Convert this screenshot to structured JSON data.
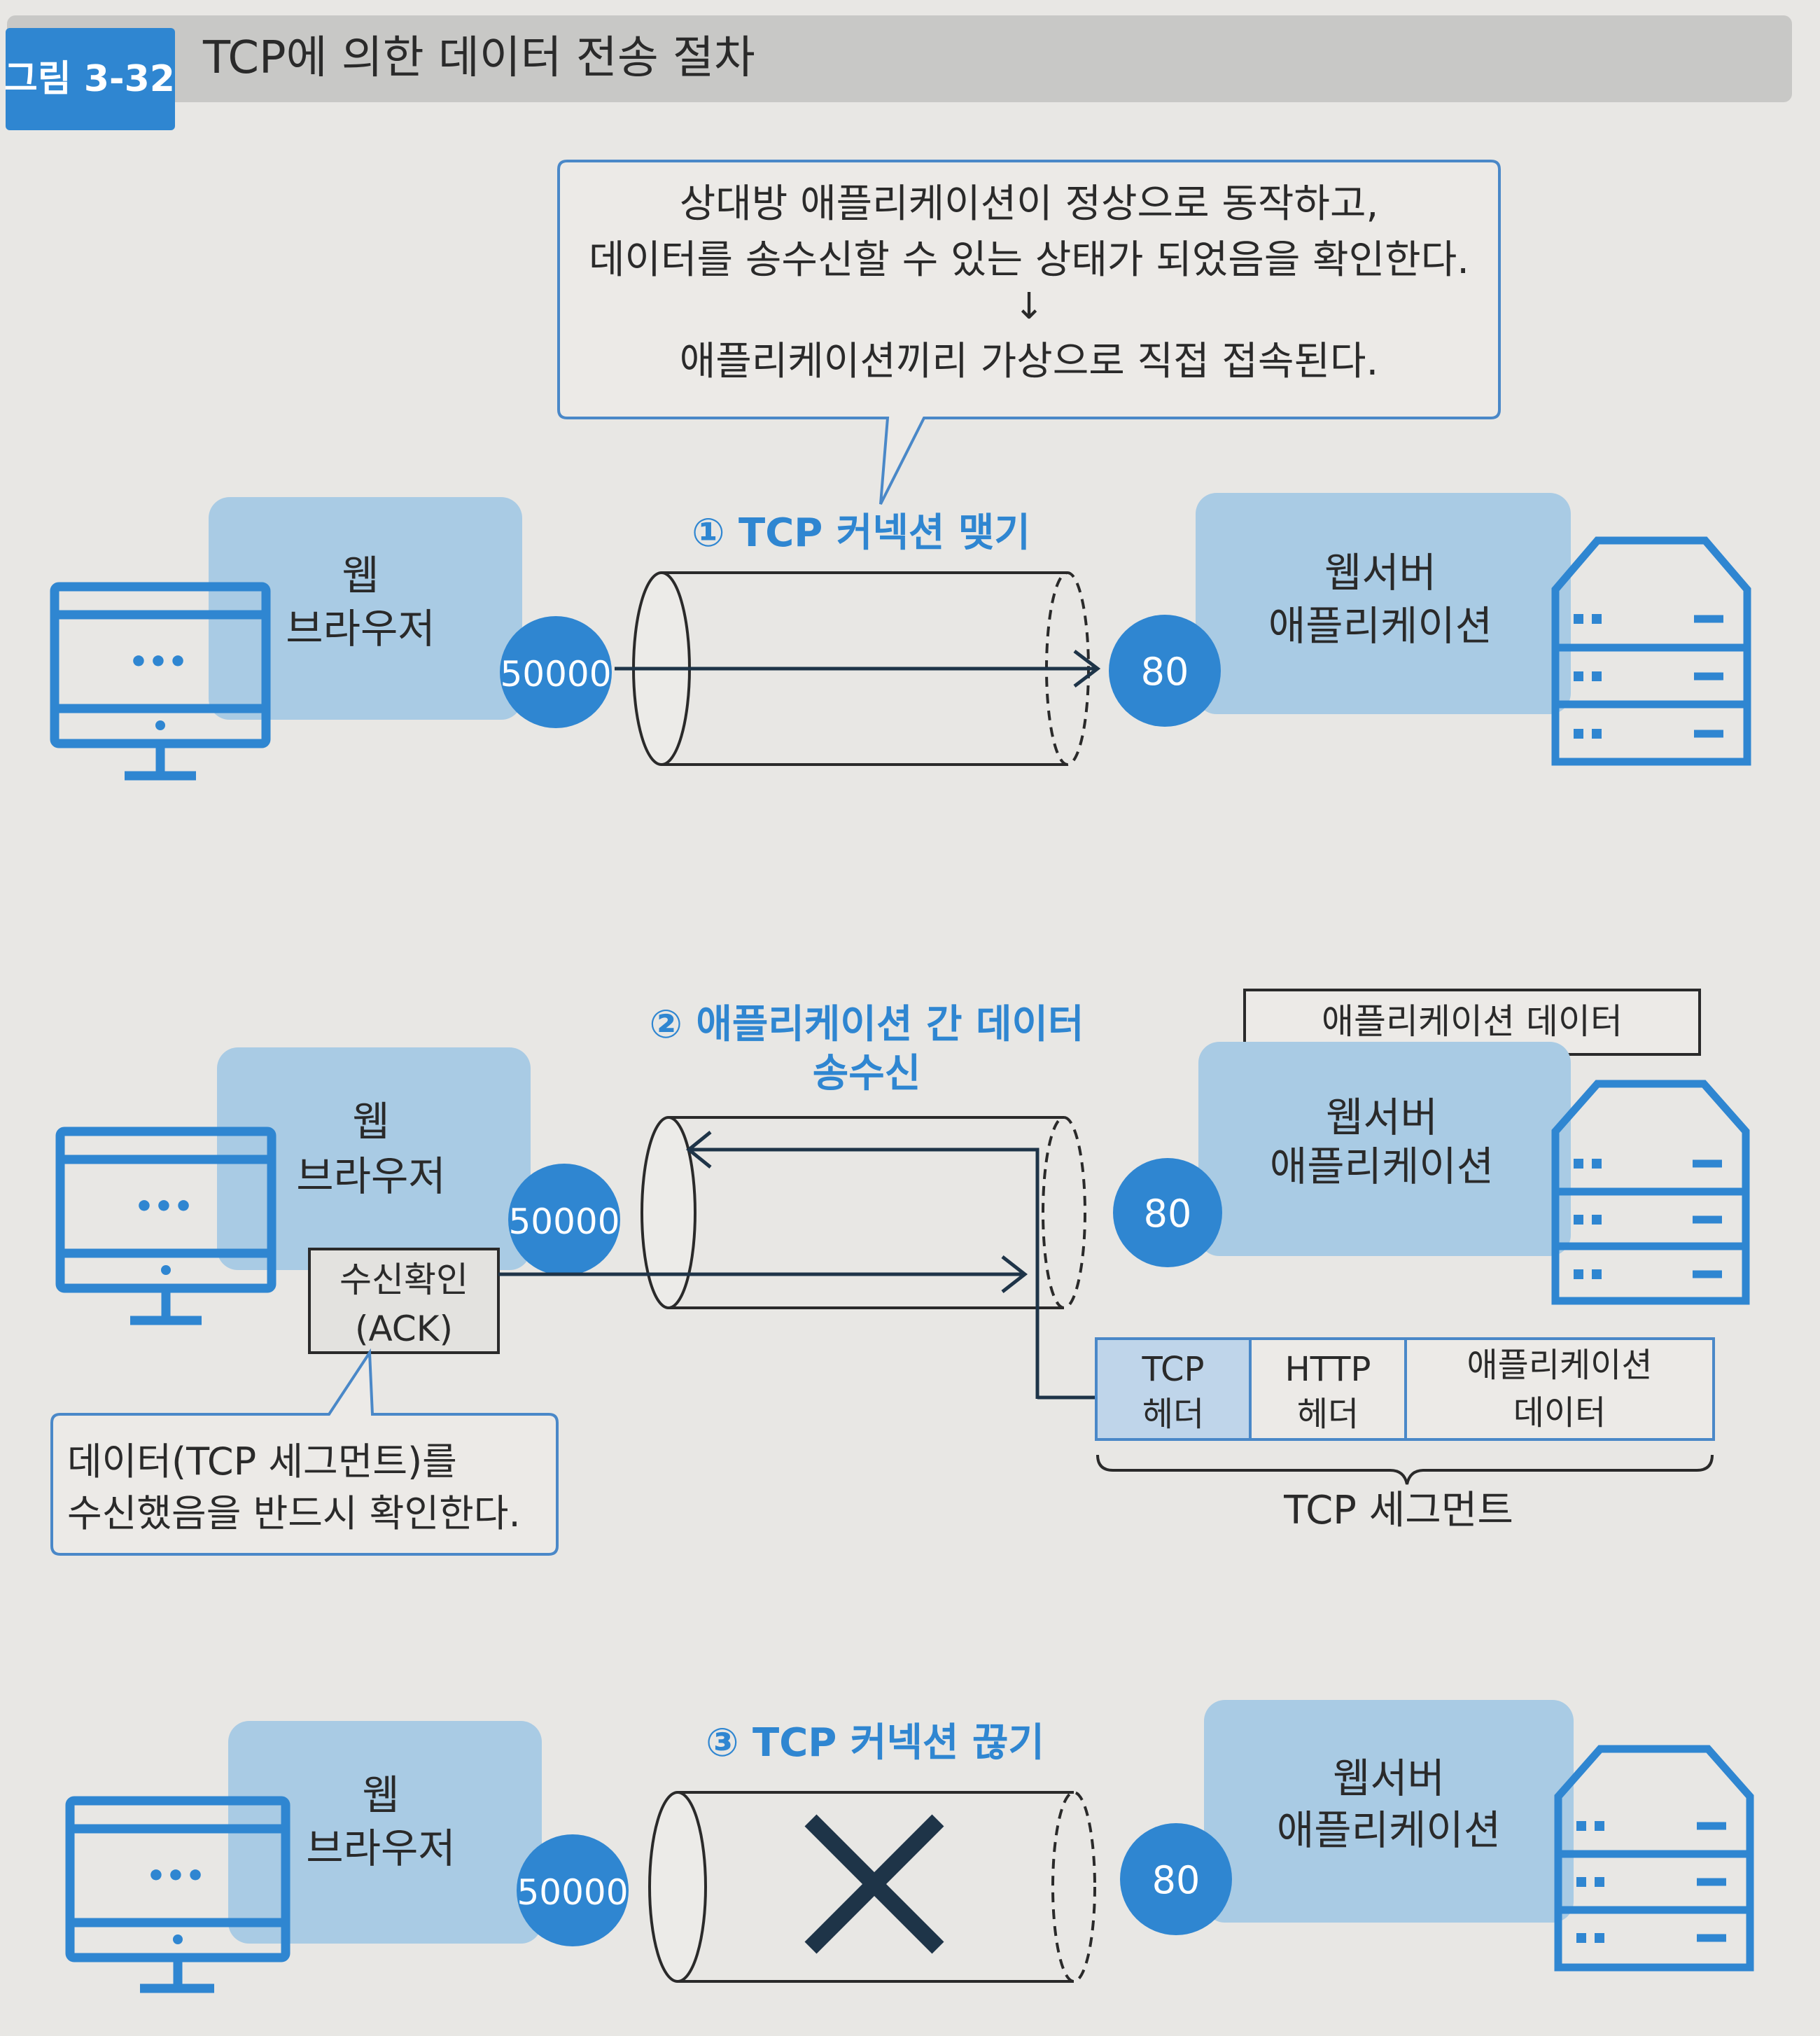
{
  "figure": {
    "number": "그림 3-32",
    "title": "TCP에 의한 데이터 전송 절차"
  },
  "callout_top": {
    "line1": "상대방 애플리케이션이 정상으로 동작하고,",
    "line2": "데이터를 송수신할 수 있는 상태가 되었음을 확인한다.",
    "arrow": "↓",
    "line3": "애플리케이션끼리 가상으로 직접 접속된다."
  },
  "steps": [
    {
      "label": "① TCP 커넥션 맺기"
    },
    {
      "label_line1": "② 애플리케이션 간 데이터",
      "label_line2": "송수신"
    },
    {
      "label": "③ TCP 커넥션 끊기"
    }
  ],
  "client": {
    "label_line1": "웹",
    "label_line2": "브라우저",
    "port": "50000",
    "screen_glyph": "•••"
  },
  "server": {
    "label_line1": "웹서버",
    "label_line2": "애플리케이션",
    "port": "80"
  },
  "ack": {
    "line1": "수신확인",
    "line2": "(ACK)"
  },
  "app_data_box": "애플리케이션 데이터",
  "segment": {
    "cells": [
      {
        "line1": "TCP",
        "line2": "헤더"
      },
      {
        "line1": "HTTP",
        "line2": "헤더"
      },
      {
        "line1": "애플리케이션",
        "line2": "데이터"
      }
    ],
    "brace_label": "TCP 세그먼트"
  },
  "callout_ack": {
    "line1": "데이터(TCP 세그먼트)를",
    "line2": "수신했음을 반드시 확인한다."
  },
  "colors": {
    "accent_blue": "#2f86d1",
    "panel_blue": "#a9cbe4",
    "header_grey": "#c8c8c6",
    "segment_header_fill": "#bfd5ea",
    "ink": "#2a2a2a"
  }
}
